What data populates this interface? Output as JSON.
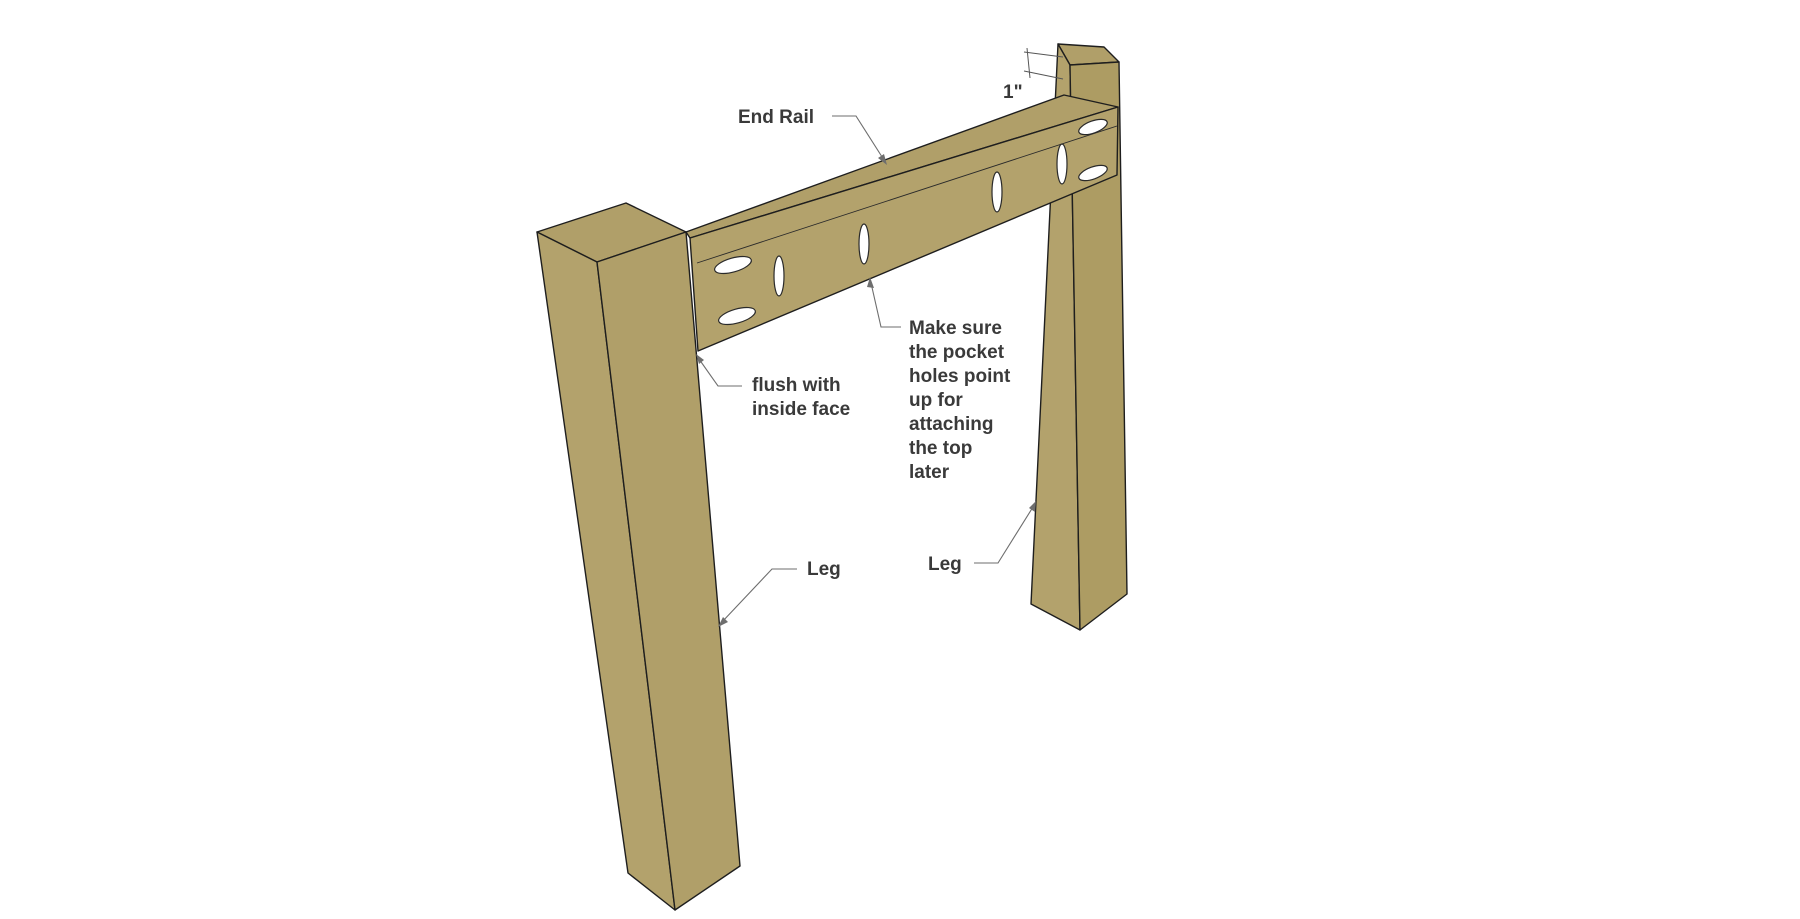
{
  "colors": {
    "wood_face": "#b3a26c",
    "wood_top": "#b09f69",
    "wood_dark": "#a8975f",
    "edge": "#1e1e1e",
    "leader": "#6e6e6e",
    "label": "#3a3a3a"
  },
  "labels": {
    "end_rail": "End Rail",
    "dimension": "1\"",
    "flush": [
      "flush with",
      "inside face"
    ],
    "pocket_note": [
      "Make sure",
      "the pocket",
      "holes point",
      "up for",
      "attaching",
      "the top",
      "later"
    ],
    "leg_left": "Leg",
    "leg_right": "Leg"
  }
}
